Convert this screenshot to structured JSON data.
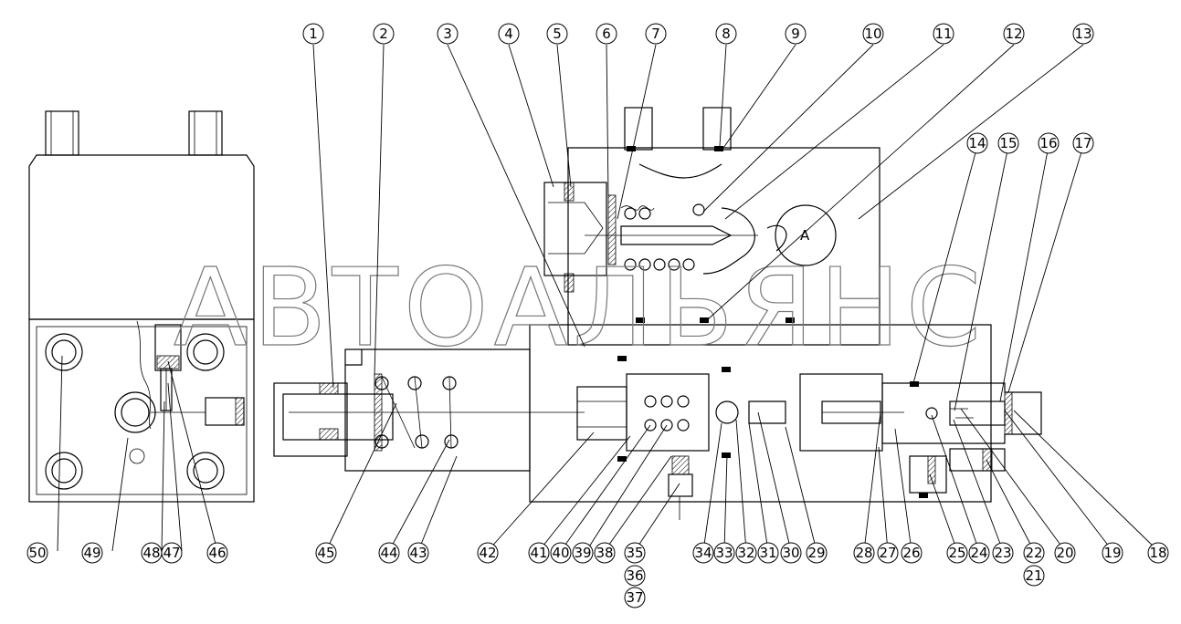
{
  "watermark": "АВТОАЛЬЯНС",
  "section_label": "A",
  "balloons_top": [
    "1",
    "2",
    "3",
    "4",
    "5",
    "6",
    "7",
    "8",
    "9",
    "10",
    "11",
    "12",
    "13"
  ],
  "balloons_right_top": [
    "14",
    "15",
    "16",
    "17"
  ],
  "balloons_bottom": [
    "50",
    "49",
    "48",
    "47",
    "46",
    "45",
    "44",
    "43",
    "42",
    "41",
    "40",
    "39",
    "38",
    "35",
    "34",
    "33",
    "32",
    "31",
    "30",
    "29",
    "28",
    "27",
    "26",
    "25",
    "24",
    "23",
    "22",
    "20",
    "19",
    "18"
  ],
  "balloons_stacked": [
    "36",
    "37",
    "21"
  ]
}
